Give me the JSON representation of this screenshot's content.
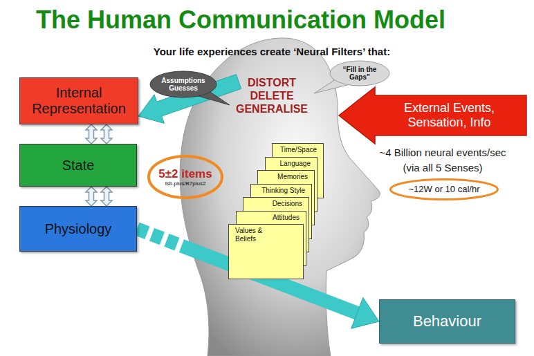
{
  "diagram": {
    "title": "The Human Communication Model",
    "nodes": [
      {
        "text": [
          "Internal Representation"
        ]
      },
      {
        "text": [
          "State"
        ]
      },
      {
        "text": [
          "Physiology"
        ]
      },
      {
        "text": [
          "Assumptions Guesses"
        ]
      },
      {
        "text": [
          "“Fill in the Gaps”"
        ]
      },
      {
        "text": [
          "External Events, Sensation, Info"
        ]
      },
      {
        "text": [
          "5±2 items",
          "tsb.plus/B7plus2"
        ]
      },
      {
        "text": [
          "Time/Space"
        ]
      },
      {
        "text": [
          "Language"
        ]
      },
      {
        "text": [
          "Memories"
        ]
      },
      {
        "text": [
          "Thinking Style"
        ]
      },
      {
        "text": [
          "Decisions"
        ]
      },
      {
        "text": [
          "Attitudes"
        ]
      },
      {
        "text": [
          "Values & Beliefs"
        ]
      },
      {
        "text": [
          "~12W or 10 cal/hr"
        ]
      },
      {
        "text": [
          "Behaviour"
        ]
      }
    ],
    "edges": [
      {
        "from": 0,
        "to": 1,
        "arrow": "both"
      },
      {
        "from": 0,
        "to": 1,
        "arrow": "both"
      },
      {
        "from": 1,
        "to": 2,
        "arrow": "both"
      },
      {
        "from": 1,
        "to": 2,
        "arrow": "both"
      },
      {
        "from": 2,
        "to": 15,
        "arrow": "to"
      }
    ],
    "labels": [
      "Your life experiences create ‘Neural Filters’ that:",
      "DISTORT",
      "DELETE",
      "GENERALISE",
      "~4 Billion neural events/sec",
      "(via all 5 Senses)"
    ]
  }
}
